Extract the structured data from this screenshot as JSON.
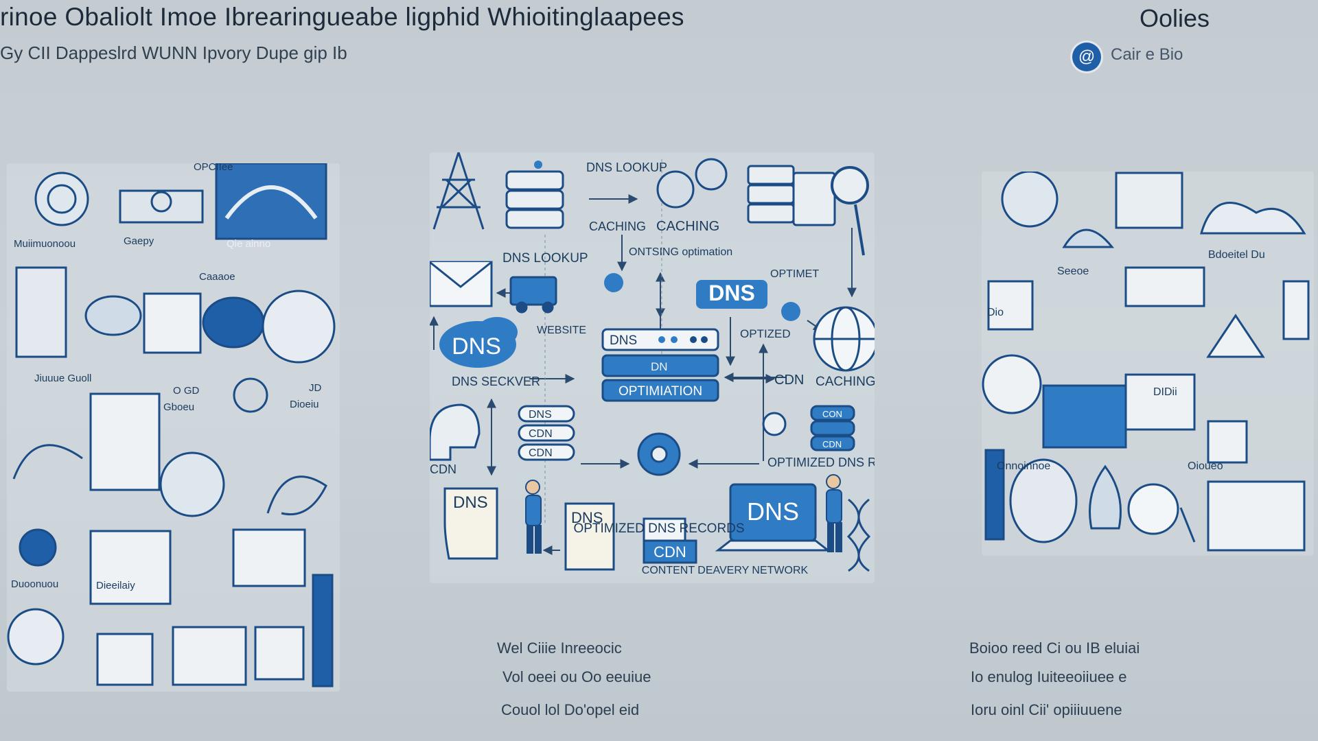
{
  "header": {
    "title": "rinoe Obaliolt Imoe Ibrearingueabe ligphid Whioitinglaapees",
    "subtitle": "Gy CII Dappeslrd WUNN Ipvory Dupe gip Ib",
    "right_label": "Oolies",
    "avatar_glyph": "@",
    "avatar_label": "Cair e Bio"
  },
  "left_panel": {
    "labels": [
      "OPCIIee",
      "Muiimuonoou",
      "Gaepy",
      "Qie ainno",
      "Caaaoe",
      "Jiuuue Guoll",
      "O GD",
      "Gboeu",
      "JD",
      "Dioeiu",
      "Dieeilaiy",
      "Duoonuou"
    ]
  },
  "diagram": {
    "labels": {
      "dns_lookup_top": "DNS LOOKUP",
      "caching_small": "CACHING",
      "caching_main": "CACHING",
      "dns_lookup": "DNS LOOKUP",
      "onising": "ONTSING optimation",
      "optimet": "OPTIMET",
      "dns_badge": "DNS",
      "website": "WEBSITE",
      "optized": "OPTIZED",
      "dns_cloud": "DNS",
      "dns_bar": "DNS",
      "dn_bar": "DN",
      "optimiation": "OPTIMIATION",
      "dns_seckver": "DNS SECKVER",
      "cdn_right": "CDN",
      "caching_right": "CACHING",
      "pill_dns": "DNS",
      "pill_cdn_1": "CDN",
      "pill_cdn_2": "CDN",
      "cyl_con": "CON",
      "cyl_cdn": "CDN",
      "optimized_dns_records_right": "OPTIMIZED DNS RECORDS",
      "cdn_head": "CDN",
      "optimized_dns_records_center": "OPTIMIZED DNS RECORDS",
      "doc_dns_1": "DNS",
      "doc_dns_2": "DNS",
      "cdn_box": "CDN",
      "laptop_dns": "DNS",
      "footer": "CONTENT DEAVERY NETWORK"
    },
    "colors": {
      "navy": "#1b4c86",
      "blue": "#2f7bc4",
      "light": "#e9eef3",
      "line": "#2a4a70"
    }
  },
  "right_panel": {
    "labels": [
      "Bdoeitel Du",
      "Seeoe",
      "Dio",
      "DIDii",
      "Onnoinnoe",
      "Oioueo"
    ]
  },
  "captions": {
    "center": [
      "Wel Ciiie Inreeocic",
      "Vol oeei ou Oo eeuiue",
      "Couol lol Do'opel eid"
    ],
    "right": [
      "Boioo reed Ci ou IB eluiai",
      "Io enulog Iuiteeoiiuee e",
      "Ioru oinl Cii' opiiiuuene"
    ]
  }
}
